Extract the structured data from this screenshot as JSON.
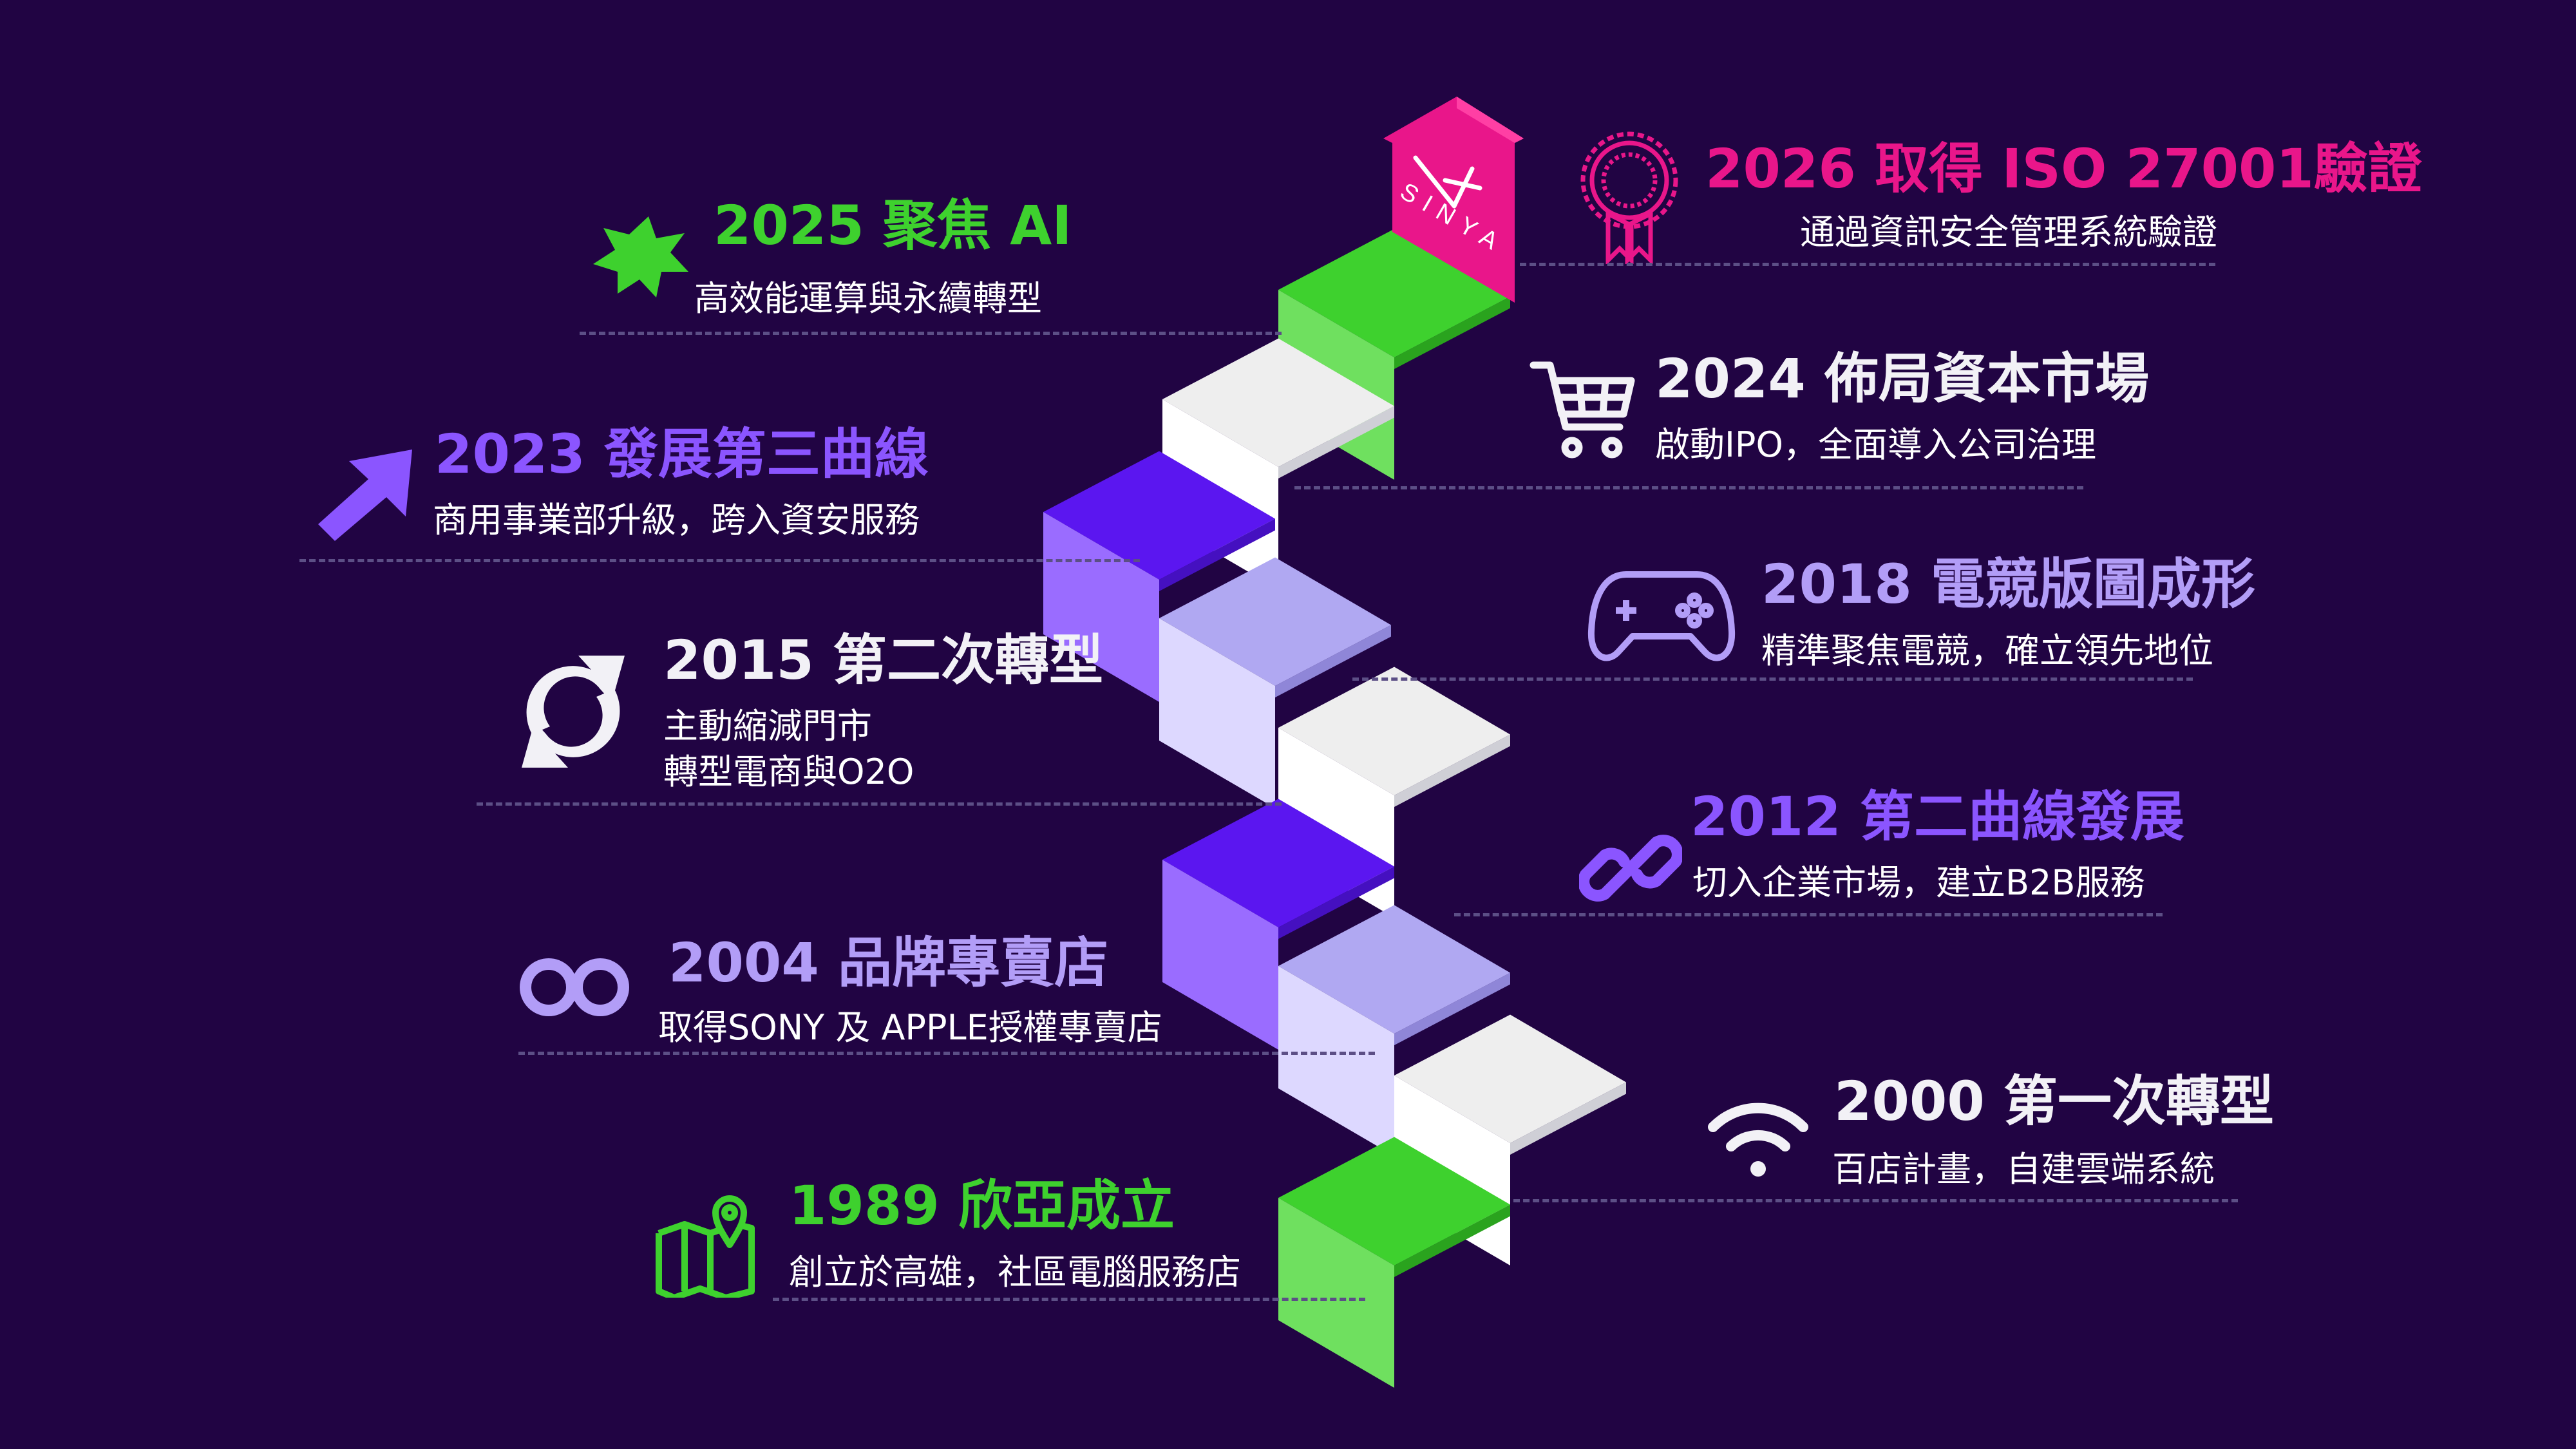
{
  "brand": {
    "logo_text": "SINYA",
    "colors": {
      "background": "#210443",
      "green": "#3ed12e",
      "purple": "#8b55ff",
      "lavender": "#b29df7",
      "white": "#f2f1f6",
      "pink": "#e9168a",
      "violet": "#5b16f0"
    }
  },
  "milestones": [
    {
      "year": "1989",
      "title": "1989 欣亞成立",
      "lines": [
        "創立於高雄，社區電腦服務店"
      ],
      "icon": "map-pin-icon",
      "color": "#3ed12e"
    },
    {
      "year": "2000",
      "title": "2000 第一次轉型",
      "lines": [
        "百店計畫，自建雲端系統"
      ],
      "icon": "wifi-icon",
      "color": "#f2f1f6"
    },
    {
      "year": "2004",
      "title": "2004 品牌專賣店",
      "lines": [
        "取得SONY 及 APPLE授權專賣店"
      ],
      "icon": "infinity-icon",
      "color": "#b29df7"
    },
    {
      "year": "2012",
      "title": "2012 第二曲線發展",
      "lines": [
        "切入企業市場，建立B2B服務"
      ],
      "icon": "link-icon",
      "color": "#8b55ff"
    },
    {
      "year": "2015",
      "title": "2015 第二次轉型",
      "lines": [
        "主動縮減門市",
        "轉型電商與O2O"
      ],
      "icon": "refresh-icon",
      "color": "#f2f1f6"
    },
    {
      "year": "2018",
      "title": "2018 電競版圖成形",
      "lines": [
        "精準聚焦電競，確立領先地位"
      ],
      "icon": "gamepad-icon",
      "color": "#b29df7"
    },
    {
      "year": "2023",
      "title": "2023 發展第三曲線",
      "lines": [
        "商用事業部升級，跨入資安服務"
      ],
      "icon": "arrow-up-right-icon",
      "color": "#8b55ff"
    },
    {
      "year": "2024",
      "title": "2024 佈局資本市場",
      "lines": [
        "啟動IPO，全面導入公司治理"
      ],
      "icon": "cart-icon",
      "color": "#f2f1f6"
    },
    {
      "year": "2025",
      "title": "2025 聚焦 AI",
      "lines": [
        "高效能運算與永續轉型"
      ],
      "icon": "starburst-icon",
      "color": "#3ed12e"
    },
    {
      "year": "2026",
      "title": "2026 取得 ISO 27001驗證",
      "lines": [
        "通過資訊安全管理系統驗證"
      ],
      "icon": "award-ribbon-icon",
      "color": "#e9168a"
    }
  ]
}
